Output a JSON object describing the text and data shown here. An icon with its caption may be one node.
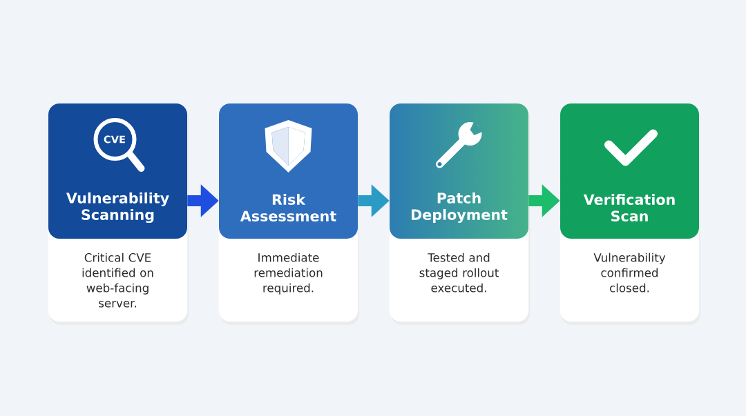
{
  "diagram": {
    "nodes": [
      {
        "text": [
          "Vulnerability Scanning",
          "Critical CVE identified on web-facing server."
        ]
      },
      {
        "text": [
          "Risk Assessment",
          "Immediate remediation required."
        ]
      },
      {
        "text": [
          "Patch Deployment",
          "Tested and staged rollout executed."
        ]
      },
      {
        "text": [
          "Verification Scan",
          "Vulnerability confirmed closed."
        ]
      }
    ],
    "edges": [
      {
        "from": 0,
        "to": 1,
        "arrow": "to",
        "color": "#1f4fe0"
      },
      {
        "from": 1,
        "to": 2,
        "arrow": "to",
        "color": "#2a9bc4"
      },
      {
        "from": 2,
        "to": 3,
        "arrow": "to",
        "color": "#1dbb6c"
      }
    ],
    "labels": [
      "CVE"
    ]
  }
}
